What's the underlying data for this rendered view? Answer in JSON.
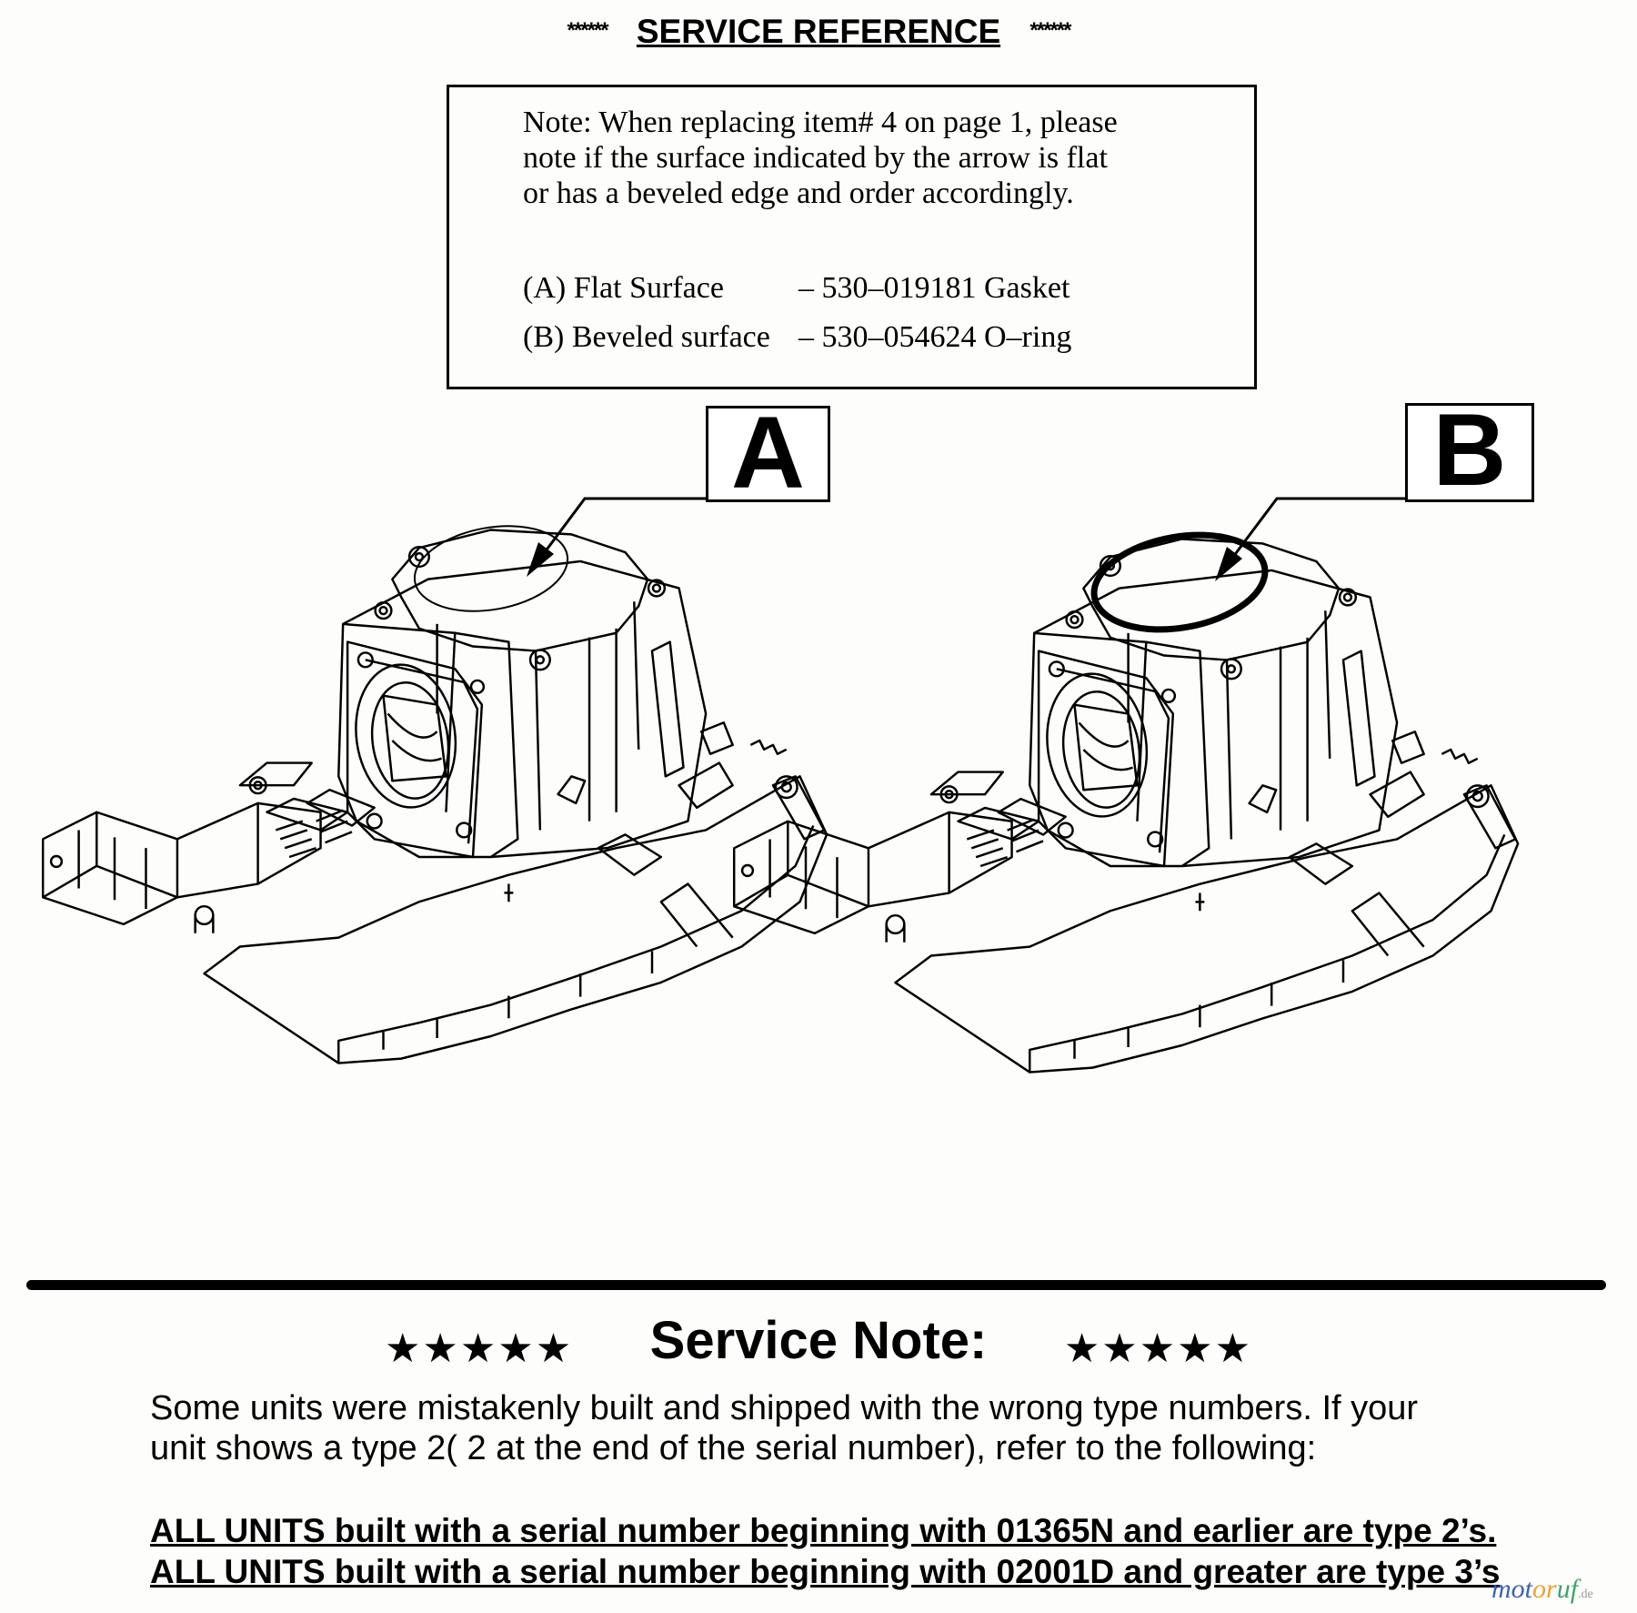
{
  "header": {
    "stars_left": "******",
    "title": "SERVICE REFERENCE",
    "stars_right": "******"
  },
  "note_box": {
    "lines": [
      "Note: When replacing item# 4 on page 1, please",
      "note if the surface indicated by the arrow is flat",
      "or has a beveled edge and order accordingly."
    ],
    "options": [
      {
        "label": "(A) Flat Surface",
        "part": "– 530–019181 Gasket"
      },
      {
        "label": "(B) Beveled surface",
        "part": "– 530–054624 O–ring"
      }
    ]
  },
  "figures": [
    {
      "label": "A",
      "surface": "flat"
    },
    {
      "label": "B",
      "surface": "beveled"
    }
  ],
  "service_note": {
    "stars_left": "★★★★★",
    "title": "Service Note:",
    "stars_right": "★★★★★",
    "text_line1": "Some units were mistakenly built and shipped with the wrong type numbers. If your",
    "text_line2": "unit shows a type 2( 2 at the end of the serial number), refer to the following:",
    "rule1": "ALL UNITS built with a serial number beginning with 01365N and earlier are type 2’s.",
    "rule2": "ALL UNITS built with a serial number beginning with 02001D and greater are type 3’s"
  },
  "watermark": {
    "part1": "mot",
    "part2": "or",
    "part3": "uf",
    "suffix": ".de"
  },
  "colors": {
    "ink": "#000000",
    "paper": "#fdfdfb",
    "wm_blue": "#3b5fb8",
    "wm_orange": "#f0a030",
    "wm_green": "#3aa56a"
  }
}
